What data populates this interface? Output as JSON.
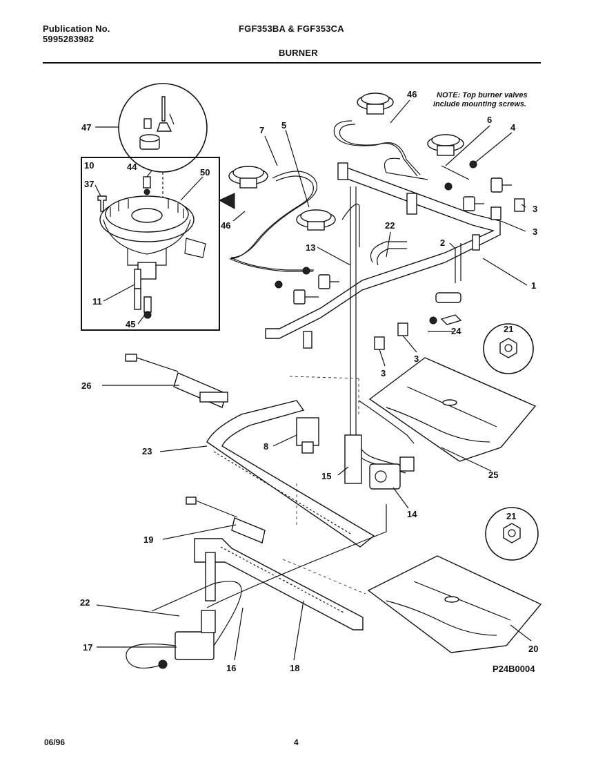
{
  "header": {
    "publication_label": "Publication No.",
    "publication_number": "5995283982",
    "models": "FGF353BA & FGF353CA",
    "section": "BURNER"
  },
  "note": {
    "line1": "NOTE: Top burner valves",
    "line2": "include mounting screws."
  },
  "callouts": {
    "c47": "47",
    "c10": "10",
    "c44": "44",
    "c37": "37",
    "c50": "50",
    "c11": "11",
    "c45": "45",
    "c7": "7",
    "c5": "5",
    "c46a": "46",
    "c46b": "46",
    "c6": "6",
    "c4": "4",
    "c3a": "3",
    "c3b": "3",
    "c3c": "3",
    "c3d": "3",
    "c2": "2",
    "c1": "1",
    "c22a": "22",
    "c13": "13",
    "c24": "24",
    "c21a": "21",
    "c26": "26",
    "c8": "8",
    "c23": "23",
    "c15": "15",
    "c14": "14",
    "c25": "25",
    "c19": "19",
    "c21b": "21",
    "c22b": "22",
    "c17": "17",
    "c16": "16",
    "c18": "18",
    "c20": "20"
  },
  "drawing_code": "P24B0004",
  "footer": {
    "date": "06/96",
    "page": "4"
  }
}
